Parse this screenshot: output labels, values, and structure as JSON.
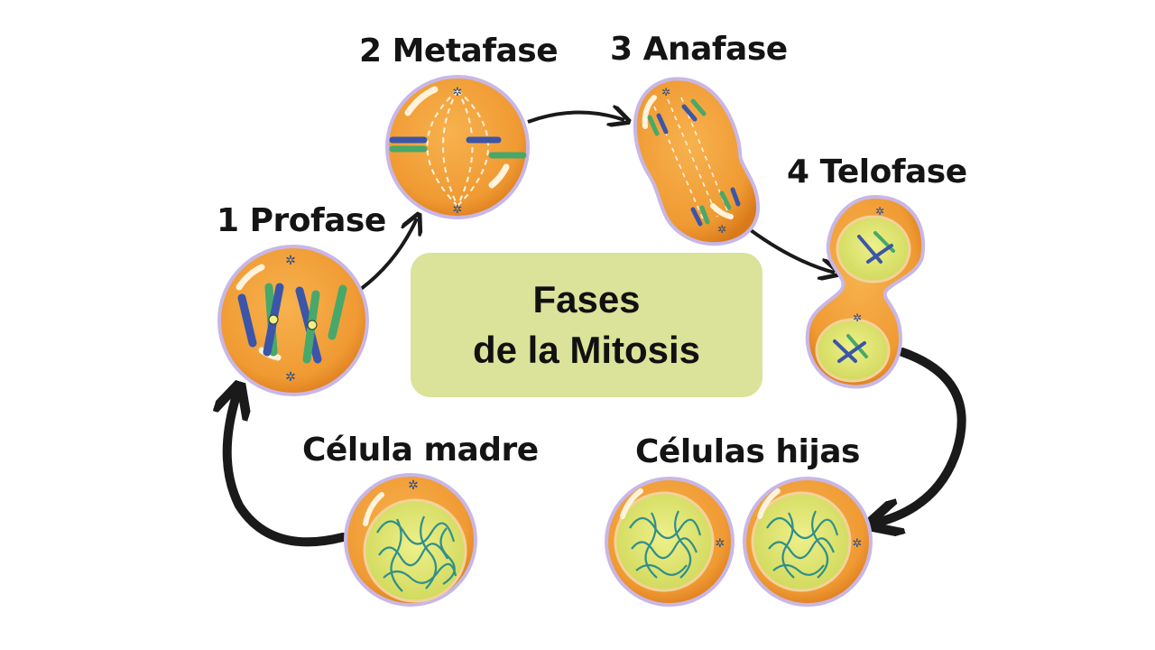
{
  "title": {
    "line1": "Fases",
    "line2": "de la Mitosis",
    "box_color": "#dbe29a"
  },
  "labels": {
    "profase": "1 Profase",
    "metafase": "2 Metafase",
    "anafase": "3 Anafase",
    "telofase": "4 Telofase",
    "madre": "Célula madre",
    "hijas": "Células hijas"
  },
  "colors": {
    "cytoplasm": "#f2a23c",
    "cytoplasm_edge": "#d97f1c",
    "membrane": "#c8b7e6",
    "nucleus": "#dfe56f",
    "chromatin": "#2f8f8a",
    "chromosome_blue": "#3b55a8",
    "chromosome_green": "#47a86a",
    "arrow": "#1a1a1a"
  }
}
